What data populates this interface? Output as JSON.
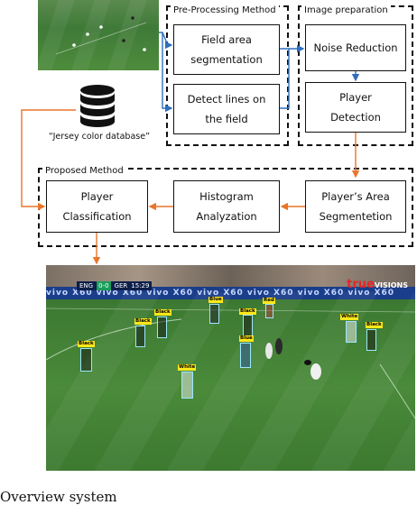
{
  "database": {
    "caption": "“Jersey color database”"
  },
  "groups": {
    "preprocessing": {
      "title": "Pre-Processing Method"
    },
    "image_preparation": {
      "title": "Image preparation"
    },
    "proposed": {
      "title": "Proposed Method"
    }
  },
  "boxes": {
    "field_area": [
      "Field area",
      "segmentation"
    ],
    "detect_lines": [
      "Detect lines on",
      "the field"
    ],
    "noise_reduction": [
      "Noise Reduction"
    ],
    "player_detection": [
      "Player",
      "Detection"
    ],
    "players_area": [
      "Player’s Area",
      "Segmentetion"
    ],
    "histogram": [
      "Histogram",
      "Analyzation"
    ],
    "player_classification": [
      "Player",
      "Classification"
    ]
  },
  "frame": {
    "scoreboard": {
      "home": "ENG",
      "score": "0-0",
      "away": "GER",
      "clock": "15:29"
    },
    "adboard": "vivo X60     vivo X60     vivo X60     vivo X60     vivo X60     vivo X60     vivo X60",
    "brand": "true",
    "brand_suffix": "VISIONS",
    "detections": [
      {
        "label": "Blue"
      },
      {
        "label": "Black"
      },
      {
        "label": "Black"
      },
      {
        "label": "Black"
      },
      {
        "label": "Red"
      },
      {
        "label": "White"
      },
      {
        "label": "Black"
      },
      {
        "label": "Black"
      },
      {
        "label": "Blue"
      },
      {
        "label": "White"
      }
    ]
  },
  "figure_caption": "Overview system",
  "colors": {
    "arrow": "#e8762b",
    "blue_arrow": "#2f6fbf"
  }
}
